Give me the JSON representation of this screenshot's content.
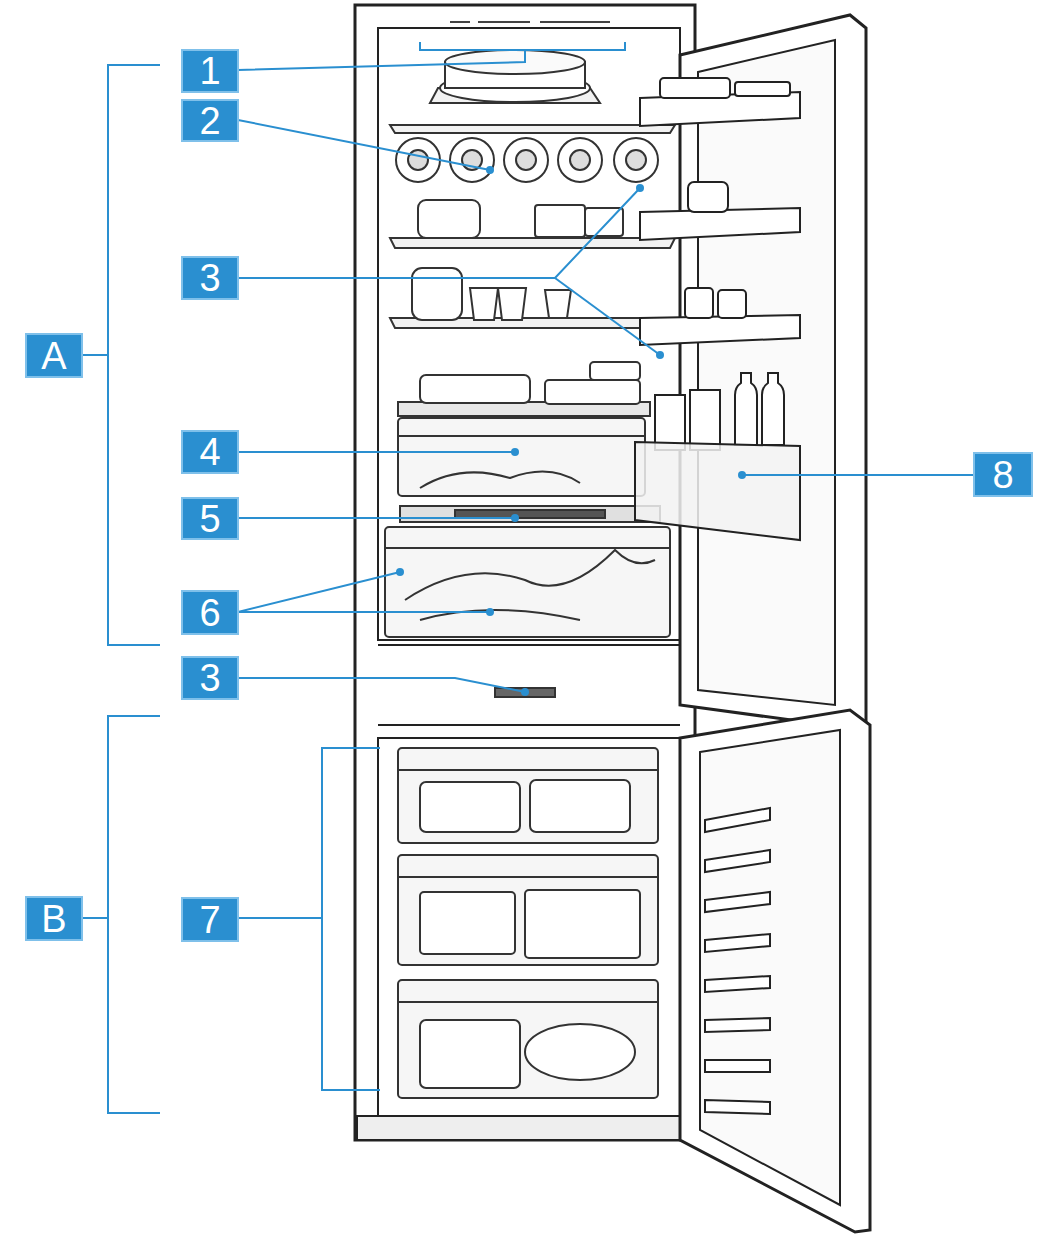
{
  "diagram": {
    "labels": [
      "1",
      "2",
      "3",
      "A",
      "4",
      "8",
      "5",
      "6",
      "3",
      "B",
      "7"
    ]
  }
}
